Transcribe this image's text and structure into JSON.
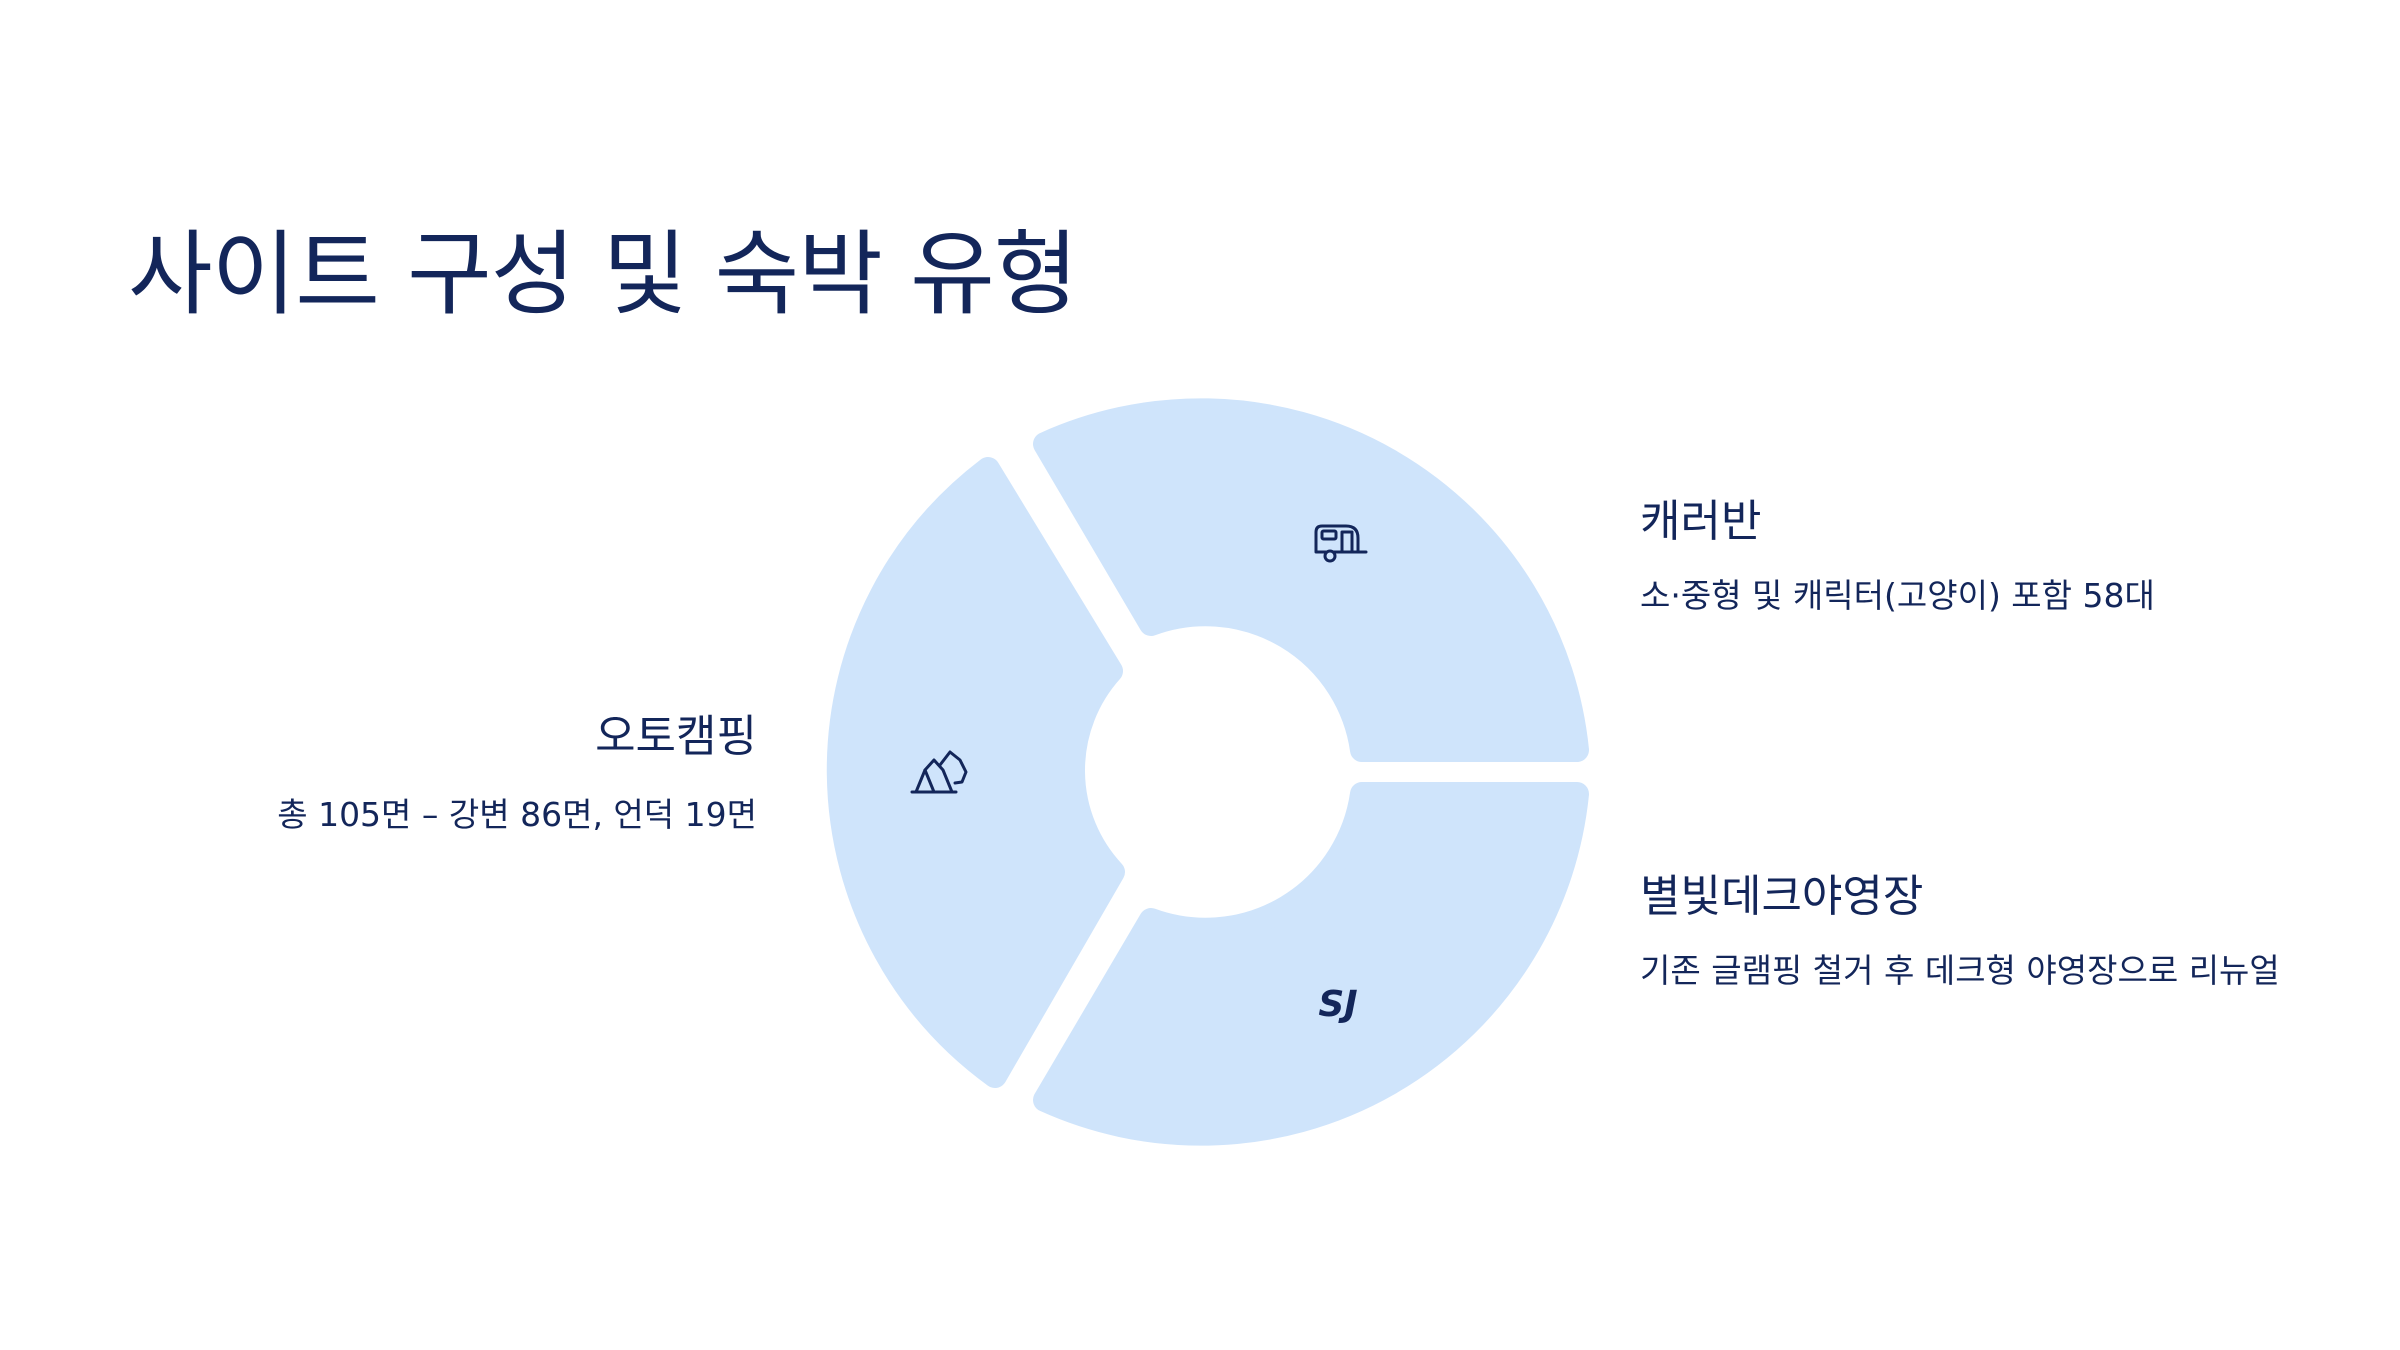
{
  "slide": {
    "title": "사이트 구성 및 숙박 유형"
  },
  "colors": {
    "segment_fill": "#cfe4fb",
    "text": "#13265a",
    "background": "#ffffff"
  },
  "segments": [
    {
      "id": "autocamp",
      "title": "오토캠핑",
      "description": "총 105면 – 강변 86면, 언덕 19면",
      "icon": "tent-icon"
    },
    {
      "id": "caravan",
      "title": "캐러반",
      "description": "소·중형 및 캐릭터(고양이) 포함 58대",
      "icon": "caravan-icon"
    },
    {
      "id": "deck",
      "title": "별빛데크야영장",
      "description": "기존 글램핑 철거 후 데크형 야영장으로 리뉴얼",
      "icon": "deck-logo-icon",
      "icon_text": "SJ"
    }
  ]
}
